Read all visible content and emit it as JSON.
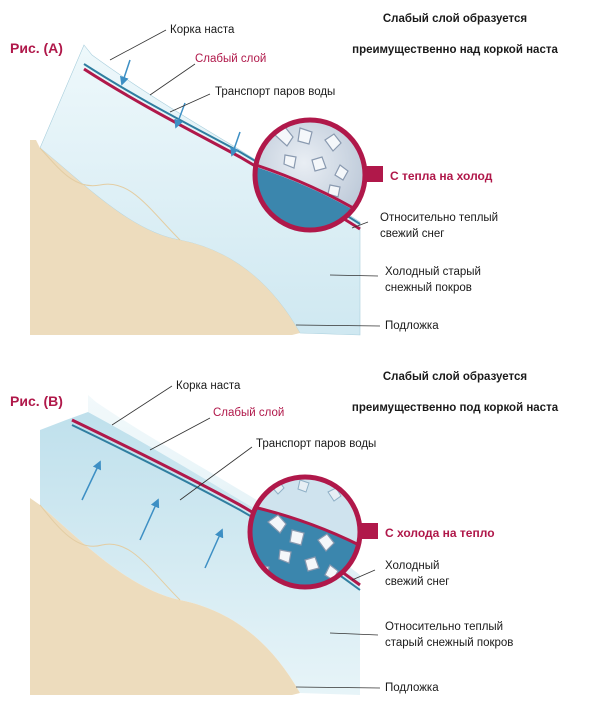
{
  "colors": {
    "accent": "#b0184a",
    "crust": "#b0184a",
    "weak_layer": "#2f7ea0",
    "snow_light": "#e6f3f8",
    "snow_mid": "#c9e5ef",
    "ground": "#eddcbd",
    "arrow": "#3d8fc4",
    "lens_fill": "#3b86ad"
  },
  "panel_a": {
    "fig_label": "Рис. (A)",
    "title_line1": "Слабый слой образуется",
    "title_line2": "преимущественно над коркой наста",
    "crust_label": "Корка наста",
    "weak_layer_label": "Слабый слой",
    "vapor_label": "Транспорт паров воды",
    "direction_tag": "С тепла на холод",
    "upper_snow_line1": "Относительно теплый",
    "upper_snow_line2": "свежий снег",
    "lower_snow_line1": "Холодный старый",
    "lower_snow_line2": "снежный покров",
    "ground_label": "Подложка",
    "vapor_direction": "down",
    "crystals_icon": "ice-crystals-icon"
  },
  "panel_b": {
    "fig_label": "Рис. (B)",
    "title_line1": "Слабый слой образуется",
    "title_line2": "преимущественно под коркой наста",
    "crust_label": "Корка наста",
    "weak_layer_label": "Слабый слой",
    "vapor_label": "Транспорт паров воды",
    "direction_tag": "С холода на тепло",
    "upper_snow_line1": "Холодный",
    "upper_snow_line2": "свежий снег",
    "lower_snow_line1": "Относительно теплый",
    "lower_snow_line2": "старый снежный покров",
    "ground_label": "Подложка",
    "vapor_direction": "up",
    "crystals_icon": "ice-crystals-icon"
  }
}
